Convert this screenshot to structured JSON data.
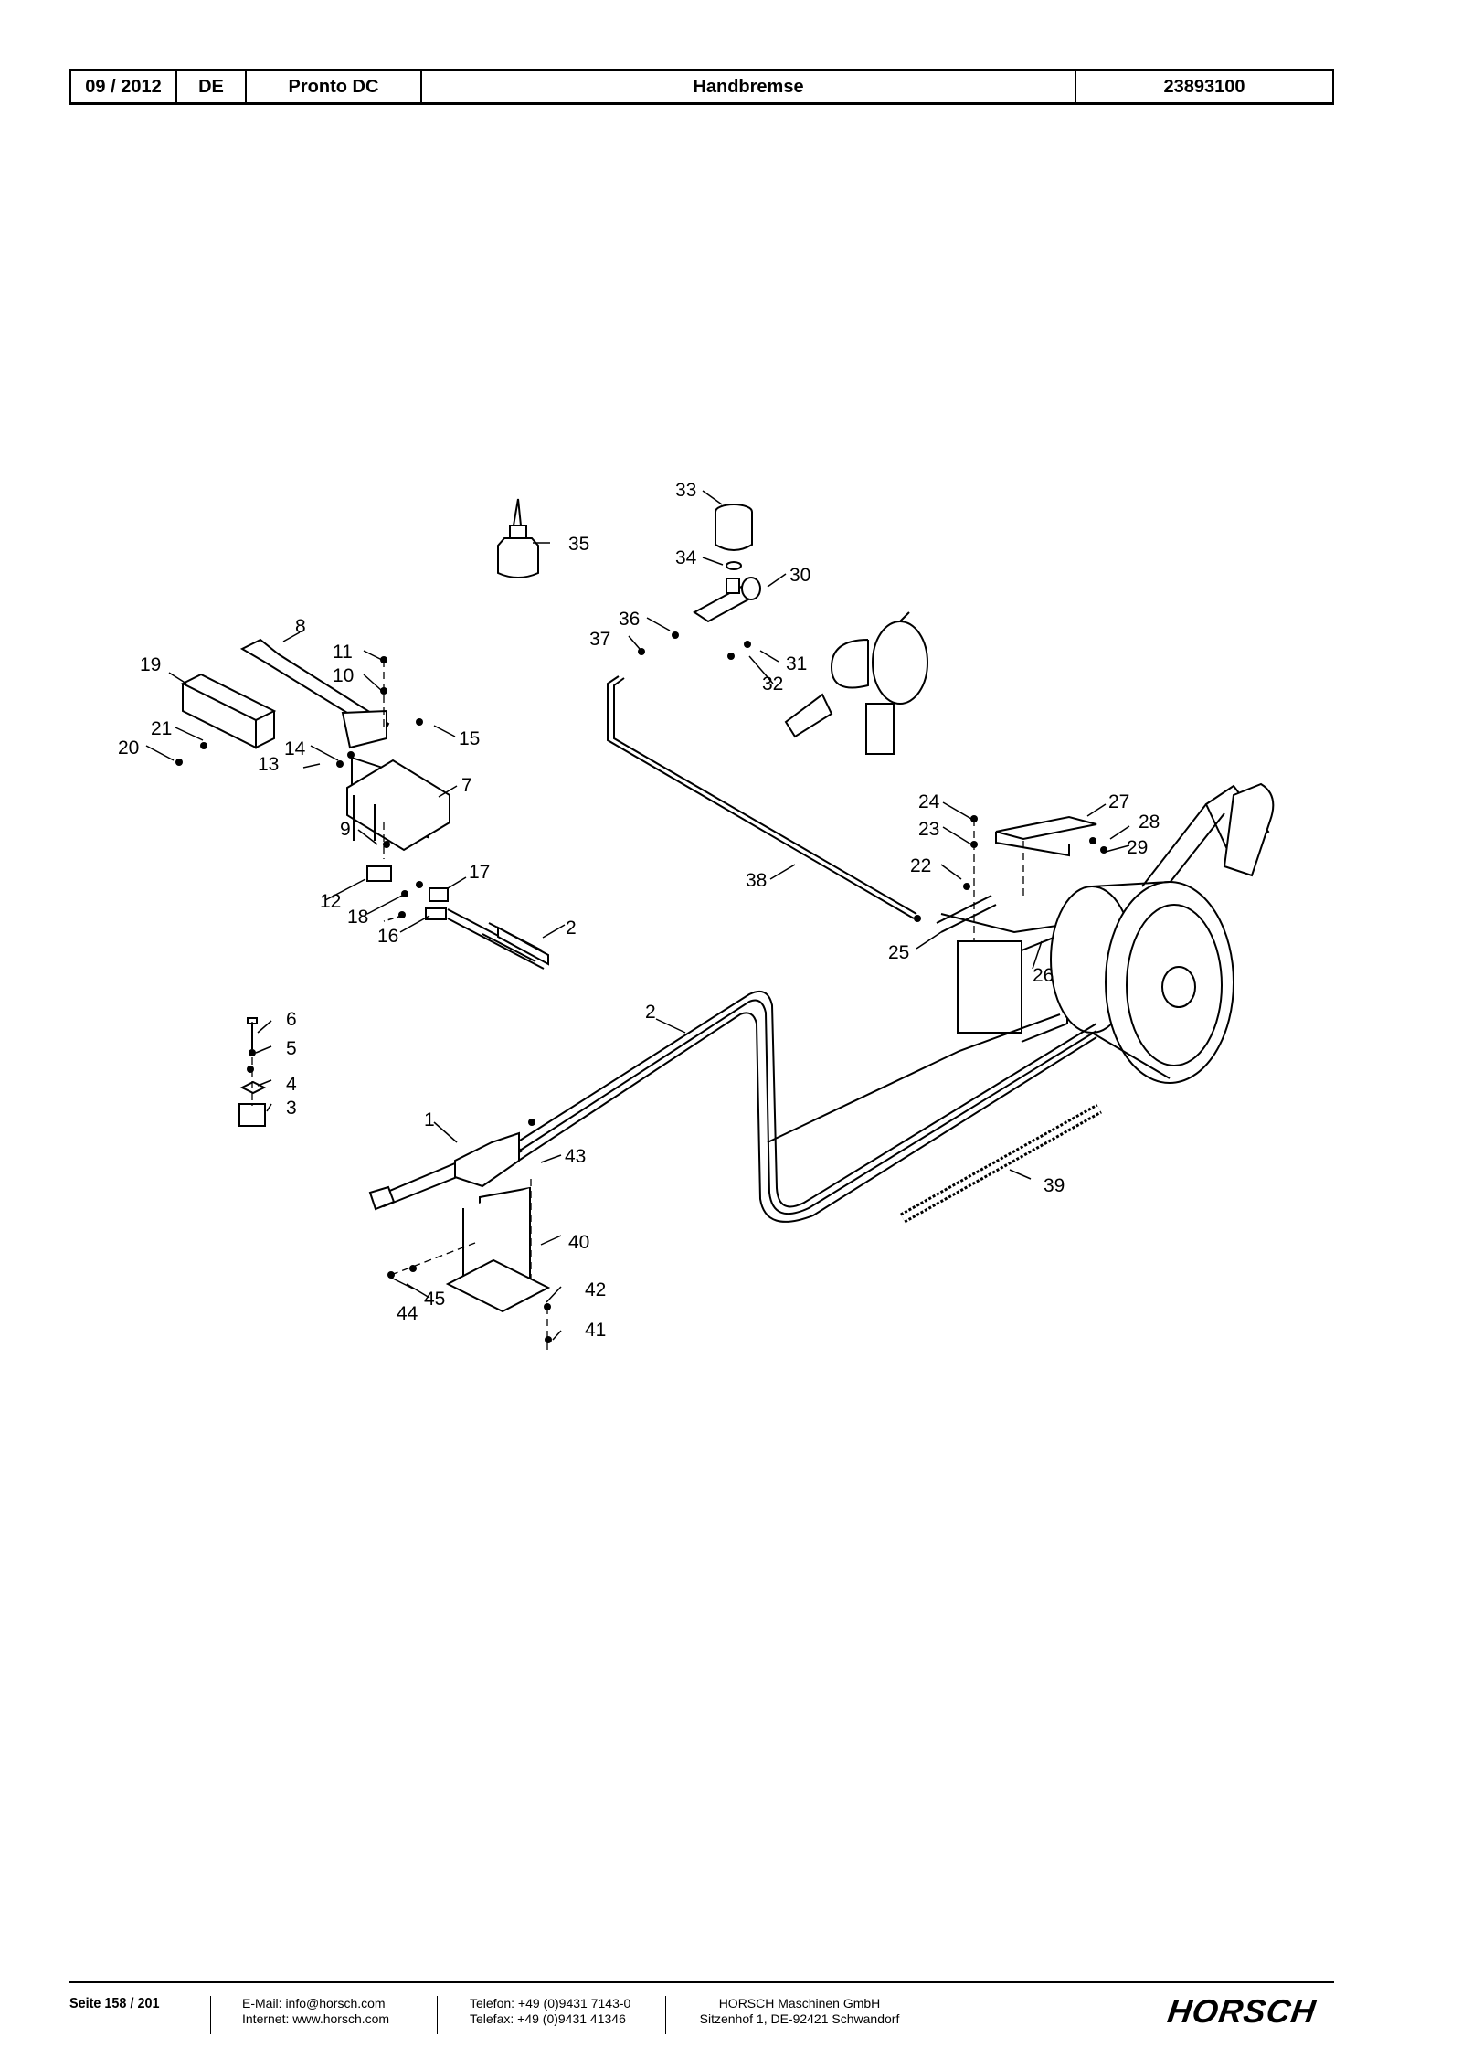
{
  "header": {
    "date": "09 / 2012",
    "lang": "DE",
    "model": "Pronto DC",
    "title": "Handbremse",
    "number": "23893100"
  },
  "callouts": [
    "1",
    "2",
    "2",
    "3",
    "4",
    "5",
    "6",
    "7",
    "8",
    "9",
    "10",
    "11",
    "12",
    "13",
    "14",
    "15",
    "16",
    "17",
    "18",
    "19",
    "20",
    "21",
    "22",
    "23",
    "24",
    "25",
    "26",
    "27",
    "28",
    "29",
    "30",
    "31",
    "32",
    "33",
    "34",
    "35",
    "36",
    "37",
    "38",
    "39",
    "40",
    "41",
    "42",
    "43",
    "44",
    "45"
  ],
  "footer": {
    "page": "Seite 158 / 201",
    "email": "E-Mail: info@horsch.com",
    "web": "Internet: www.horsch.com",
    "phone": "Telefon: +49 (0)9431 7143-0",
    "fax": "Telefax: +49 (0)9431 41346",
    "company": "HORSCH Maschinen GmbH",
    "address": "Sitzenhof 1, DE-92421 Schwandorf",
    "logo": "HORSCH"
  }
}
